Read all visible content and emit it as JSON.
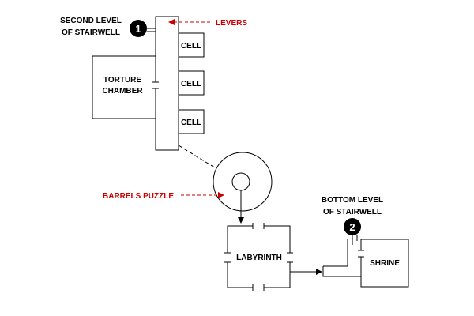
{
  "labels": {
    "second_level_line1": "SECOND LEVEL",
    "second_level_line2": "OF STAIRWELL",
    "levers": "LEVERS",
    "cell_1": "CELL",
    "cell_2": "CELL",
    "cell_3": "CELL",
    "torture_line1": "TORTURE",
    "torture_line2": "CHAMBER",
    "barrels_puzzle": "BARRELS PUZZLE",
    "bottom_level_line1": "BOTTOM LEVEL",
    "bottom_level_line2": "OF STAIRWELL",
    "labyrinth": "LABYRINTH",
    "shrine": "SHRINE"
  },
  "markers": {
    "marker_1": "1",
    "marker_2": "2"
  },
  "colors": {
    "annotation": "#cc0000",
    "outline": "#000000",
    "marker_fill": "#000000"
  }
}
